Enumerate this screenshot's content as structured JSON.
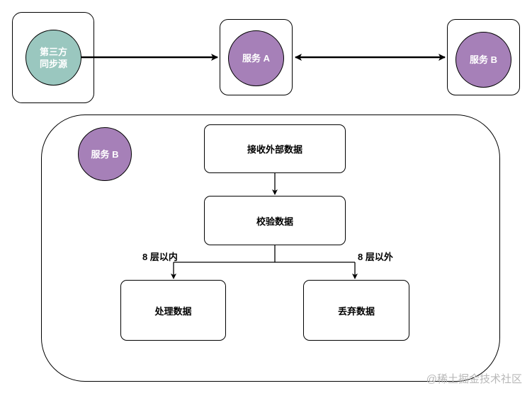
{
  "top_row": {
    "source_node": "第三方\n同步源",
    "service_a": "服务 A",
    "service_b": "服务 B"
  },
  "detail": {
    "service_label": "服务 B",
    "steps": {
      "receive": "接收外部数据",
      "validate": "校验数据",
      "process": "处理数据",
      "discard": "丢弃数据"
    },
    "branches": {
      "within": "8 层以内",
      "beyond": "8 层以外"
    }
  },
  "watermark": "@稀土掘金技术社区",
  "colors": {
    "teal_node": "#9AC7BF",
    "purple_node": "#A680B8"
  }
}
